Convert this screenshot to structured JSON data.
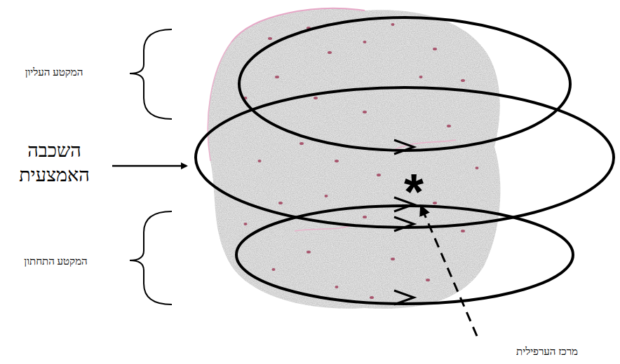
{
  "diagram": {
    "labels": [
      "המקטע העליון",
      "השכבה האמצעית",
      "המקטע התחתון",
      "*",
      "מרכז הערפילית"
    ]
  }
}
